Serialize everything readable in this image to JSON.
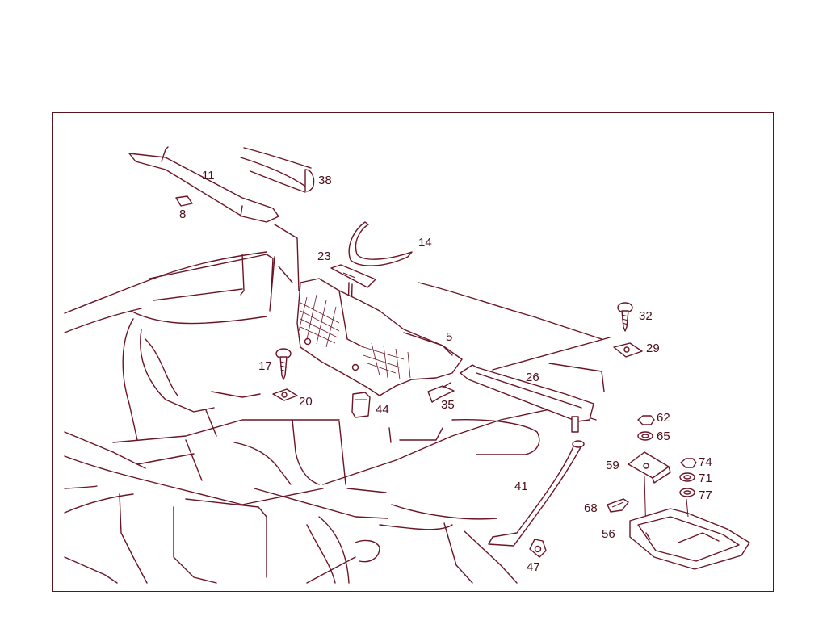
{
  "diagram": {
    "colors": {
      "line": "#6b1525",
      "label": "#4a0f1a",
      "frame": "#5a1420",
      "background": "#ffffff"
    },
    "parts": [
      {
        "id": "p11",
        "label": "11",
        "name": "cowl-seal-strip"
      },
      {
        "id": "p38",
        "label": "38",
        "name": "cowl-cover-upper"
      },
      {
        "id": "p8",
        "label": "8",
        "name": "clip"
      },
      {
        "id": "p14",
        "label": "14",
        "name": "arc-seal"
      },
      {
        "id": "p23",
        "label": "23",
        "name": "bracket-plate"
      },
      {
        "id": "p5",
        "label": "5",
        "name": "air-intake-housing"
      },
      {
        "id": "p32",
        "label": "32",
        "name": "screw"
      },
      {
        "id": "p29",
        "label": "29",
        "name": "clip-nut"
      },
      {
        "id": "p17",
        "label": "17",
        "name": "screw"
      },
      {
        "id": "p20",
        "label": "20",
        "name": "clip-nut"
      },
      {
        "id": "p44",
        "label": "44",
        "name": "grommet"
      },
      {
        "id": "p35",
        "label": "35",
        "name": "clip"
      },
      {
        "id": "p26",
        "label": "26",
        "name": "cover-strip"
      },
      {
        "id": "p62",
        "label": "62",
        "name": "nut"
      },
      {
        "id": "p65",
        "label": "65",
        "name": "washer"
      },
      {
        "id": "p74",
        "label": "74",
        "name": "nut"
      },
      {
        "id": "p71",
        "label": "71",
        "name": "washer"
      },
      {
        "id": "p77",
        "label": "77",
        "name": "washer"
      },
      {
        "id": "p59",
        "label": "59",
        "name": "bracket"
      },
      {
        "id": "p41",
        "label": "41",
        "name": "drain-hose"
      },
      {
        "id": "p68",
        "label": "68",
        "name": "clamp"
      },
      {
        "id": "p56",
        "label": "56",
        "name": "tray"
      },
      {
        "id": "p47",
        "label": "47",
        "name": "hose-clip"
      }
    ]
  }
}
